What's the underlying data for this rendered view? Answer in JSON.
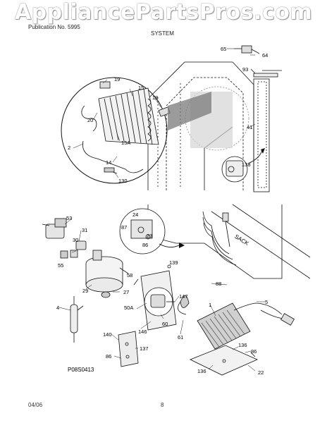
{
  "watermark": "AppliancePartsPros.com",
  "header": {
    "left": "Publication No. 5995",
    "right": "SYSTEM"
  },
  "upper_panel": {
    "labels": [
      "65",
      "64",
      "93",
      "19",
      "15",
      "18",
      "20",
      "15A",
      "2",
      "14",
      "130",
      "41",
      "138"
    ]
  },
  "lower_panel": {
    "labels": [
      "53",
      "31",
      "30",
      "55",
      "29",
      "24",
      "87",
      "23",
      "86",
      "58",
      "139",
      "27",
      "50A",
      "4",
      "146",
      "60",
      "147",
      "61",
      "88",
      "1",
      "5",
      "140",
      "137",
      "86",
      "136",
      "86",
      "136",
      "22"
    ],
    "stamp_text": "SACK"
  },
  "diagram_code": "P08S0413",
  "footer": {
    "date": "04/06",
    "page": "8"
  },
  "colors": {
    "line": "#111111",
    "shade": "#9a9a9a",
    "fill": "#e9e9e9"
  }
}
